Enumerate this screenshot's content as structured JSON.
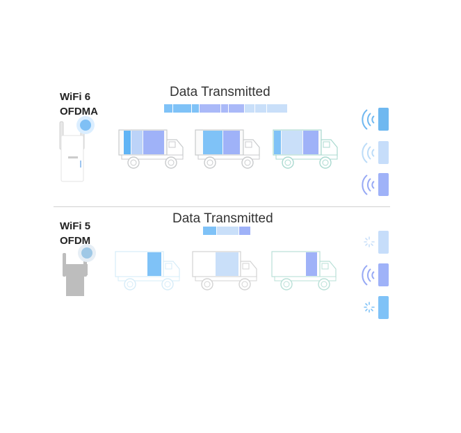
{
  "top": {
    "label_line1": "WiFi 6",
    "label_line2": "OFDMA",
    "title": "Data Transmitted"
  },
  "bottom": {
    "label_line1": "WiFi 5",
    "label_line2": "OFDM",
    "title": "Data Transmitted"
  },
  "colors": {
    "blue_dark": "#60b4f5",
    "blue_light": "#bfdcfa",
    "purple": "#9fb2f8",
    "truck_outline": "#c8cacc",
    "truck_outline_faded": "#d6ecf8",
    "device_top": "#ffffff",
    "device_bottom": "#bdbdbd"
  }
}
